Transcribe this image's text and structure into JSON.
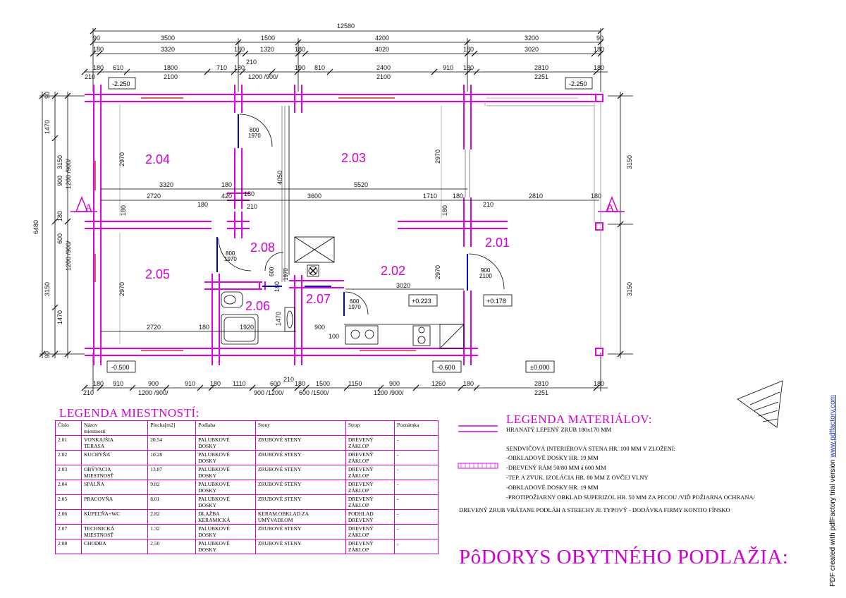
{
  "dims": {
    "total": "12580",
    "row1": [
      "90",
      "3500",
      "1500",
      "4200",
      "3200",
      "90"
    ],
    "row2": [
      "180",
      "3320",
      "180",
      "1320",
      "180",
      "4020",
      "180",
      "3020",
      "180"
    ],
    "row3a": [
      "180",
      "610",
      "1800",
      "710",
      "180",
      "210",
      "190",
      "810",
      "2400",
      "910",
      "180",
      "2810",
      "180"
    ],
    "row3b": [
      "210",
      "2100",
      "1200 /900/",
      "2100",
      "2251"
    ],
    "bot1a": [
      "180",
      "910",
      "900",
      "910",
      "180",
      "1110",
      "600",
      "180",
      "1500",
      "1150",
      "900",
      "1260",
      "180",
      "2810",
      "180"
    ],
    "bot1b": [
      "210",
      "1200 /900/",
      "900 /1200/",
      "600 /1500/",
      "1200 /900/",
      "2251",
      "210"
    ],
    "left": [
      "90",
      "1470",
      "3150",
      "900",
      "1200 /900/",
      "180",
      "600",
      "1200 /900/",
      "3150",
      "1470",
      "90",
      "6480"
    ],
    "right_a": "3150",
    "right_b": "3150",
    "inner": [
      "3320",
      "180",
      "5520",
      "2720",
      "420",
      "180",
      "3600",
      "1710",
      "180",
      "2810",
      "180",
      "210",
      "180",
      "2970",
      "2970",
      "4050",
      "2970",
      "2970",
      "3020",
      "2720",
      "180",
      "1920",
      "900",
      "1470",
      "180",
      "100",
      "180",
      "180",
      "210"
    ]
  },
  "rooms": [
    "2.04",
    "2.03",
    "2.08",
    "2.01",
    "2.05",
    "2.02",
    "2.06",
    "2.07"
  ],
  "levels": [
    "-2.250",
    "-2.250",
    "-0.500",
    "-0.600",
    "±0.000",
    "+0.223",
    "+0.178"
  ],
  "doors": [
    {
      "w": "800",
      "h": "1970"
    },
    {
      "w": "800",
      "h": "1970"
    },
    {
      "w": "900",
      "h": "2100"
    },
    {
      "w": "600",
      "h": "1970"
    },
    {
      "w": "600",
      "h": "1970"
    }
  ],
  "section_mark": "A",
  "room_legend": {
    "title": "LEGENDA MIESTNOSTÍ:",
    "headers": [
      "Číslo",
      "Názov\nmiestnosti",
      "Plocha[m2]",
      "Podlaha",
      "Steny",
      "Strop",
      "Poznámka"
    ],
    "rows": [
      [
        "2.01",
        "VONKAJŠIA\nTERASA",
        "20.54",
        "PALUBKOVÉ\nDOSKY",
        "ZRUBOVÉ STENY",
        "DREVENÝ\nZÁKLOP",
        "-"
      ],
      [
        "2.02",
        "KUCHYŇA",
        "10.28",
        "PALUBKOVÉ\nDOSKY",
        "ZRUBOVÉ STENY",
        "DREVENÝ\nZÁKLOP",
        "-"
      ],
      [
        "2.03",
        "OBÝVACIA\nMIESTNOSŤ",
        "13.87",
        "PALUBKOVÉ\nDOSKY",
        "ZRUBOVÉ STENY",
        "DREVENÝ\nZÁKLOP",
        "-"
      ],
      [
        "2.04",
        "SPÁLŇA",
        "9.82",
        "PALUBKOVÉ\nDOSKY",
        "ZRUBOVÉ STENY",
        "DREVENÝ\nZÁKLOP",
        "-"
      ],
      [
        "2.05",
        "PRACOVŇA",
        "8.01",
        "PALUBKOVÉ\nDOSKY",
        "ZRUBOVÉ STENY",
        "DREVENÝ\nZÁKLOP",
        "-"
      ],
      [
        "2.06",
        "KÚPEĽŇA+WC",
        "2.82",
        "DLAŽBA\nKERAMICKÁ",
        "KERAM.OBKLAD ZA\nUMÝVADLOM",
        "PODHLAD\nDREVENÝ",
        "-"
      ],
      [
        "2.07",
        "TECHNICKÁ\nMIESTNOSŤ",
        "1.32",
        "PALUBKOVÉ\nDOSKY",
        "ZRUBOVÉ STENY",
        "DREVENÝ\nZÁKLOP",
        "-"
      ],
      [
        "2.08",
        "CHODBA",
        "2.50",
        "PALUBKOVÉ\nDOSKY",
        "ZRUBOVÉ STENY",
        "DREVENÝ\nZÁKLOP",
        "-"
      ]
    ]
  },
  "material_legend": {
    "title": "LEGENDA MATERIÁLOV:",
    "line1": "HRANATÝ LEPENÝ ZRUB 180x170 MM",
    "line2": "SENDVIČOVÁ INTERIÉROVÁ STENA HR. 100 MM V ZLOŽENÍ:",
    "line3": "-OBKLADOVÉ DOSKY HR. 19 MM",
    "line4": "-DREVENÝ RÁM 50/80 MM á 600 MM",
    "line5": "-TEP. A ZVUK. IZOLÁCIA HR. 80 MM Z OVČEJ VLNY",
    "line6": "-OBKLADOVÉ DOSKY HR. 19 MM",
    "line7": "-PROTIPOŽIARNY OBKLAD SUPERIZOL HR. 50 MM ZA PECOU /VIĎ POŽIARNA OCHRANA/",
    "line8": "DREVENÝ ZRUB VRÁTANE PODLÁH A STRECHY JE TYPOVÝ - DODÁVKA FIRMY KONTIO FÍNSKO"
  },
  "plan_title": "PôDORYS OBYTNÉHO PODLAŽIA:",
  "pdf_note": {
    "text": "PDF created with pdfFactory trial version ",
    "link": "www.pdffactory.com"
  },
  "colors": {
    "wall": "#e000e0",
    "accent": "#d000d0"
  }
}
